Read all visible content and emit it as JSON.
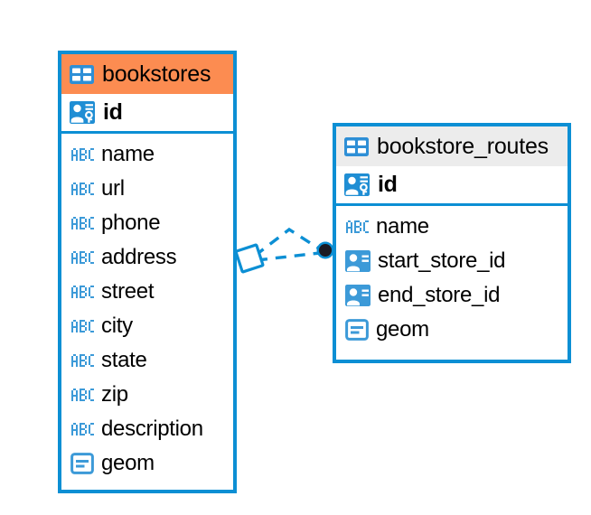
{
  "diagram": {
    "title": "bookstores-to-bookstore_routes entity relationship diagram",
    "background_color": "#ffffff",
    "accent_color": "#0c8fd4",
    "header_highlight_color": "#fc8c51",
    "header_neutral_color": "#ececec"
  },
  "entities": [
    {
      "name": "bookstores",
      "header_style": "accent",
      "primary_key": {
        "label": "id",
        "icon": "primary-key-icon"
      },
      "fields": [
        {
          "label": "name",
          "icon": "abc-text-icon"
        },
        {
          "label": "url",
          "icon": "abc-text-icon"
        },
        {
          "label": "phone",
          "icon": "abc-text-icon"
        },
        {
          "label": "address",
          "icon": "abc-text-icon"
        },
        {
          "label": "street",
          "icon": "abc-text-icon"
        },
        {
          "label": "city",
          "icon": "abc-text-icon"
        },
        {
          "label": "state",
          "icon": "abc-text-icon"
        },
        {
          "label": "zip",
          "icon": "abc-text-icon"
        },
        {
          "label": "description",
          "icon": "abc-text-icon"
        },
        {
          "label": "geom",
          "icon": "geometry-icon"
        }
      ]
    },
    {
      "name": "bookstore_routes",
      "header_style": "neutral",
      "primary_key": {
        "label": "id",
        "icon": "primary-key-icon"
      },
      "fields": [
        {
          "label": "name",
          "icon": "abc-text-icon"
        },
        {
          "label": "start_store_id",
          "icon": "foreign-key-icon"
        },
        {
          "label": "end_store_id",
          "icon": "foreign-key-icon"
        },
        {
          "label": "geom",
          "icon": "geometry-icon"
        }
      ]
    }
  ],
  "relationship": {
    "source_entity": "bookstores",
    "target_entity": "bookstore_routes",
    "source_marker": "diamond",
    "target_marker": "filled-circle",
    "line_style": "dashed",
    "color": "#0c8fd4"
  }
}
